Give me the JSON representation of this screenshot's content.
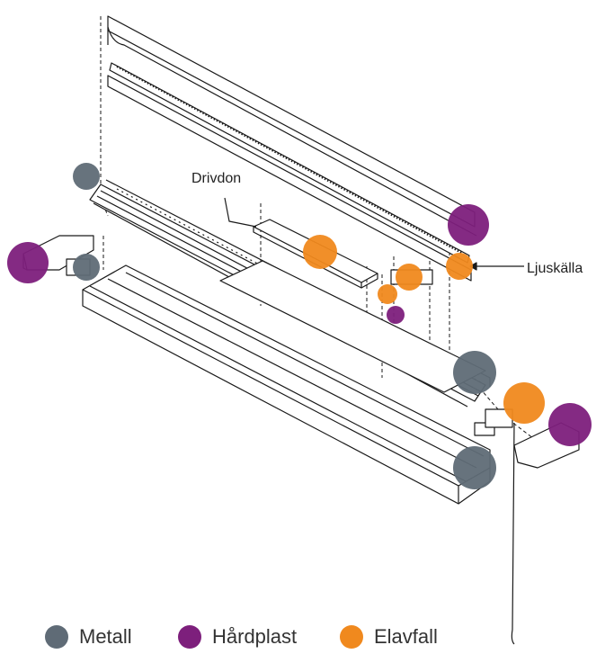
{
  "callouts": {
    "drivdon": "Drivdon",
    "ljuskalla": "Ljuskälla"
  },
  "legend": [
    {
      "label": "Metall",
      "color": "#5f6b76"
    },
    {
      "label": "Hårdplast",
      "color": "#7d1f7c"
    },
    {
      "label": "Elavfall",
      "color": "#f0891e"
    }
  ],
  "colors": {
    "metal": "#5f6b76",
    "hardplastic": "#7d1f7c",
    "ewaste": "#f0891e",
    "line": "#1a1a1a"
  }
}
